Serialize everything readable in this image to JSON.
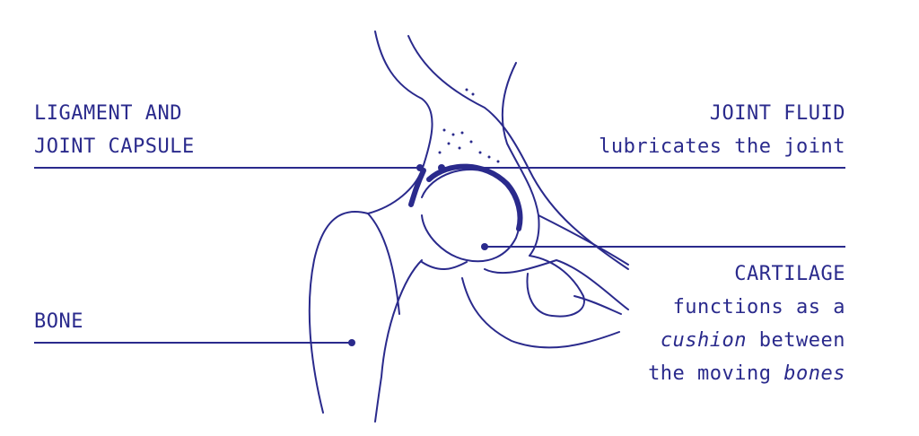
{
  "colors": {
    "ink": "#2a2a8c",
    "background": "#ffffff"
  },
  "labels": {
    "ligament": {
      "line1": "LIGAMENT AND",
      "line2": "JOINT CAPSULE"
    },
    "fluid": {
      "title": "JOINT FLUID",
      "desc": "lubricates the joint"
    },
    "cartilage": {
      "title": "CARTILAGE",
      "desc1": "functions as a",
      "desc2_em": "cushion",
      "desc2_rest": " between",
      "desc3_start": "the moving ",
      "desc3_em": "bones"
    },
    "bone": {
      "title": "BONE"
    }
  }
}
